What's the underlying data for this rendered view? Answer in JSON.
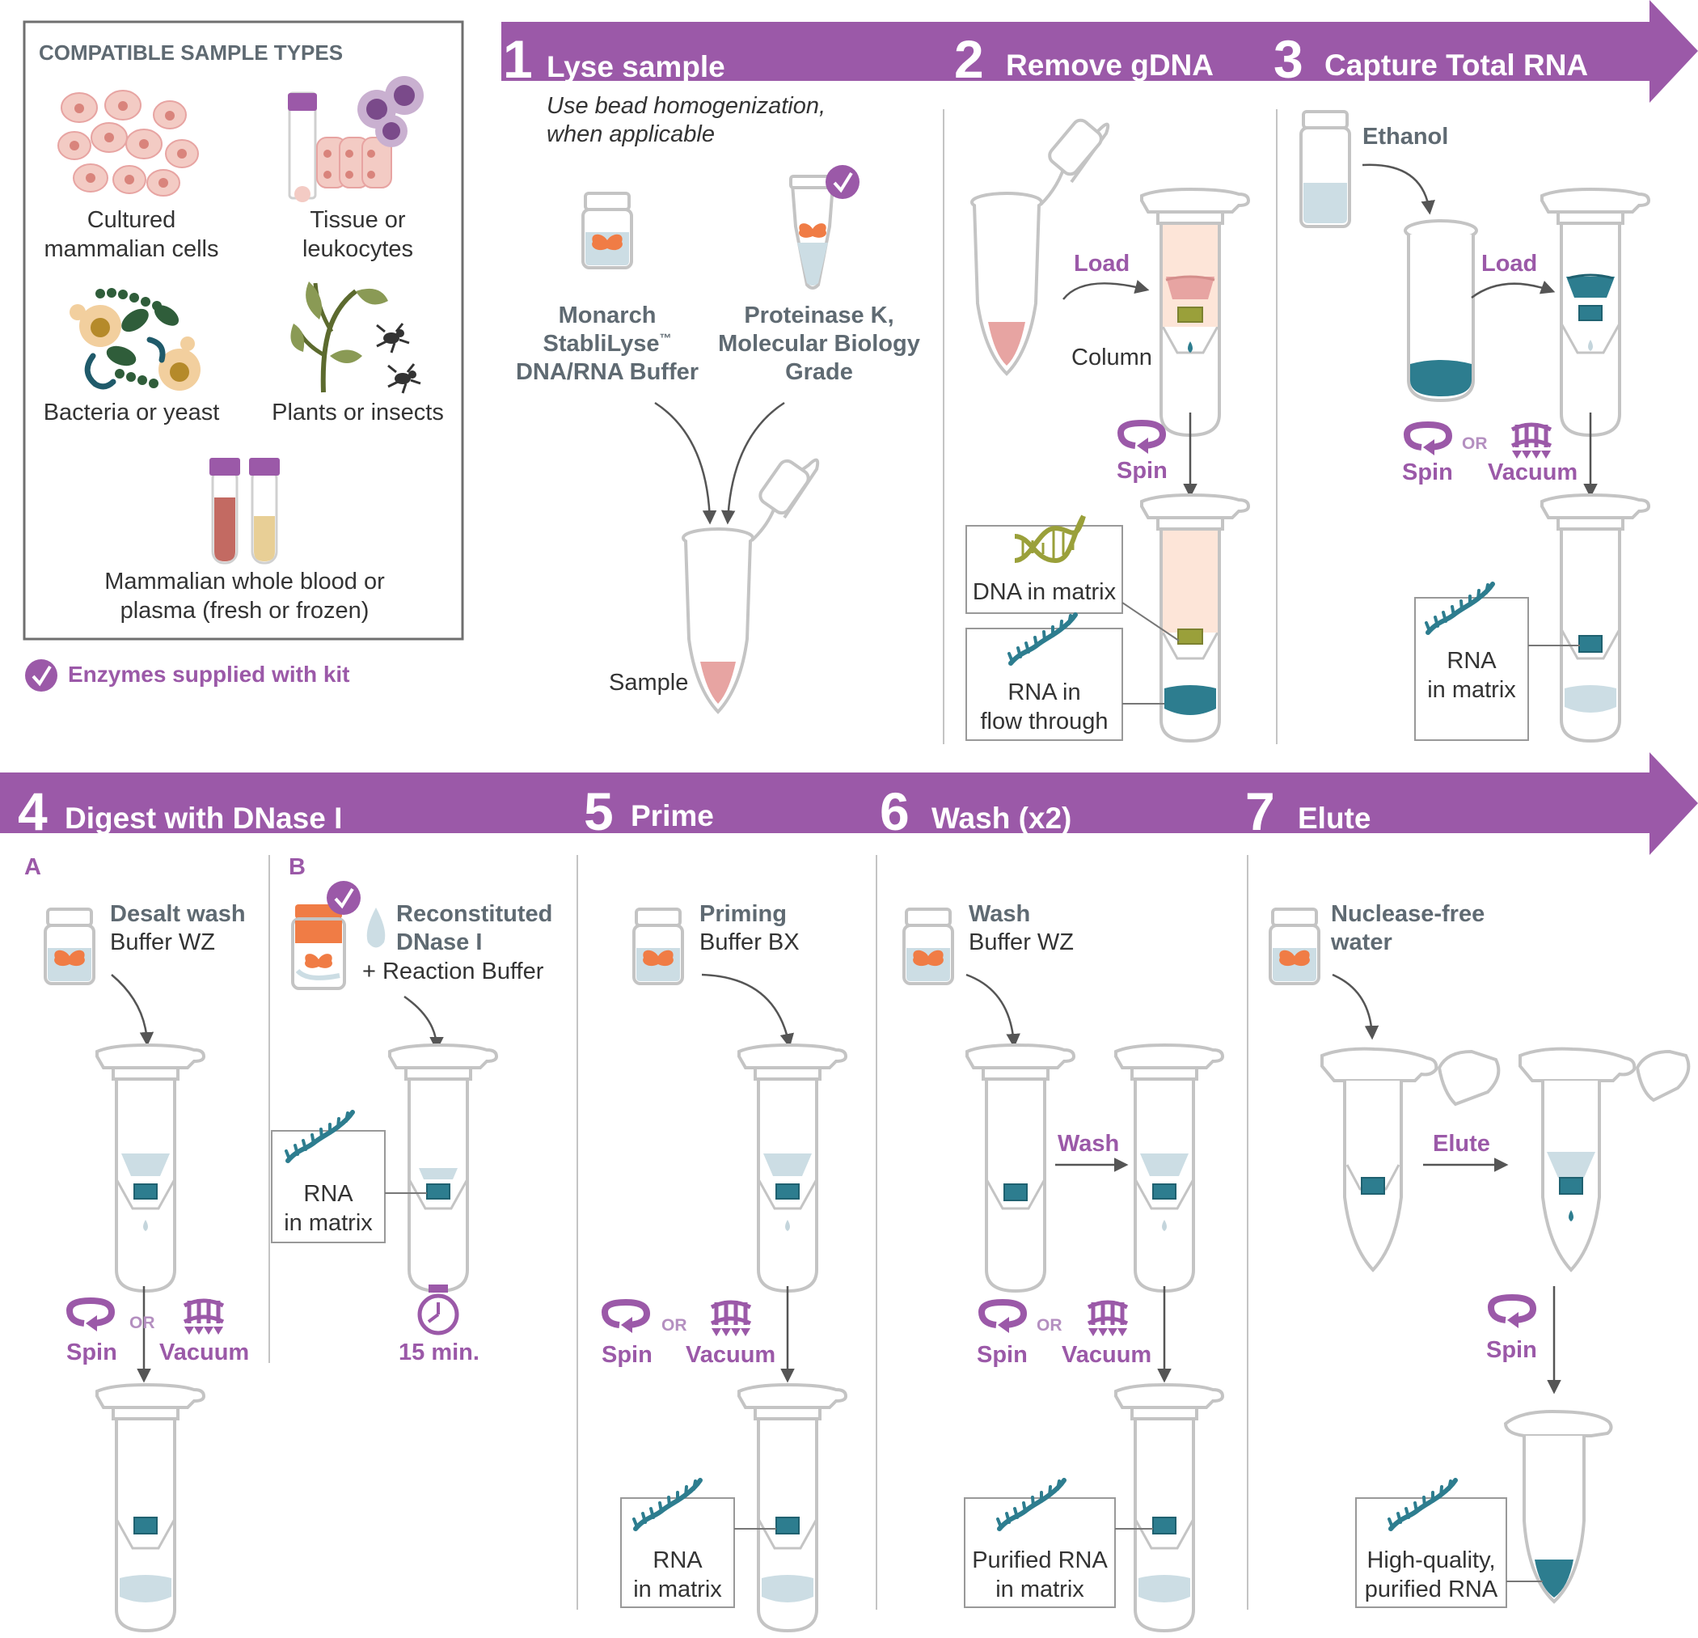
{
  "colors": {
    "purple": "#9b59a8",
    "teal": "#2d7d8f",
    "orange": "#f07c45",
    "pink": "#e7a4a2",
    "olive": "#9aa03a",
    "gray_line": "#c4c4c4",
    "gray_text": "#5f6a72"
  },
  "sample_types": {
    "title": "COMPATIBLE SAMPLE TYPES",
    "cultured_1": "Cultured",
    "cultured_2": "mammalian cells",
    "tissue_1": "Tissue or",
    "tissue_2": "leukocytes",
    "bacteria": "Bacteria or yeast",
    "plants": "Plants or insects",
    "blood_1": "Mammalian whole blood or",
    "blood_2": "plasma (fresh or frozen)"
  },
  "legend": {
    "enzymes": "Enzymes supplied with kit",
    "check_icon": "check-circle-icon"
  },
  "steps": {
    "s1": {
      "num": "1",
      "title": "Lyse sample",
      "note_1": "Use bead homogenization,",
      "note_2": "when applicable",
      "buffer_1": "Monarch",
      "buffer_2": "StabliLyse",
      "buffer_tm": "™",
      "buffer_3": "DNA/RNA Buffer",
      "pk_1": "Proteinase K,",
      "pk_2": "Molecular Biology",
      "pk_3": "Grade",
      "sample": "Sample"
    },
    "s2": {
      "num": "2",
      "title": "Remove gDNA",
      "load": "Load",
      "column": "Column",
      "spin": "Spin",
      "dna_matrix": "DNA in matrix",
      "rna_1": "RNA in",
      "rna_2": "flow through"
    },
    "s3": {
      "num": "3",
      "title": "Capture Total RNA",
      "ethanol": "Ethanol",
      "load": "Load",
      "spin": "Spin",
      "or": "OR",
      "vacuum": "Vacuum",
      "rna_1": "RNA",
      "rna_2": "in matrix"
    },
    "s4": {
      "num": "4",
      "title": "Digest with DNase I",
      "a": "A",
      "b": "B",
      "desalt_1": "Desalt wash",
      "desalt_2": "Buffer WZ",
      "spin": "Spin",
      "or": "OR",
      "vacuum": "Vacuum",
      "dnase_1": "Reconstituted",
      "dnase_2": "DNase I",
      "dnase_3": "+ Reaction Buffer",
      "rna_1": "RNA",
      "rna_2": "in matrix",
      "time": "15 min."
    },
    "s5": {
      "num": "5",
      "title": "Prime",
      "buf_1": "Priming",
      "buf_2": "Buffer BX",
      "spin": "Spin",
      "or": "OR",
      "vacuum": "Vacuum",
      "rna_1": "RNA",
      "rna_2": "in matrix"
    },
    "s6": {
      "num": "6",
      "title": "Wash (x2)",
      "buf_1": "Wash",
      "buf_2": "Buffer WZ",
      "wash": "Wash",
      "spin": "Spin",
      "or": "OR",
      "vacuum": "Vacuum",
      "rna_1": "Purified RNA",
      "rna_2": "in matrix"
    },
    "s7": {
      "num": "7",
      "title": "Elute",
      "buf_1": "Nuclease-free",
      "buf_2": "water",
      "elute": "Elute",
      "spin": "Spin",
      "rna_1": "High-quality,",
      "rna_2": "purified RNA"
    }
  }
}
